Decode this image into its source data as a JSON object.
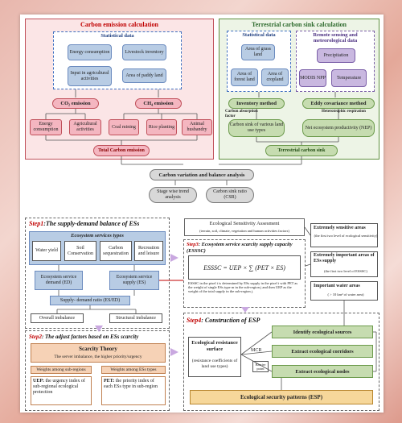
{
  "carbon_emission": {
    "title": "Carbon emission calculation",
    "stat_title": "Statistical data",
    "boxes": [
      "Energy consumption",
      "Livestock inventory",
      "Input in agricultural activities",
      "Area of paddy land"
    ],
    "co2": "CO₂ emission",
    "ch4": "CH₄ emission",
    "sub": [
      "Energy consumption",
      "Agricultural activities",
      "Coal mining",
      "Rice planting",
      "Animal husbandry"
    ],
    "total": "Total Carbon emission"
  },
  "carbon_sink": {
    "title": "Terrestrial carbon sink calculation",
    "stat_title": "Statistical data",
    "remote_title": "Remote sensing and meteorological data",
    "stat_boxes": [
      "Area of grass land",
      "Area of forest land",
      "Area of cropland"
    ],
    "remote_boxes": [
      "Precipitation",
      "MODIS NPP",
      "Temperature"
    ],
    "inventory": "Inventory method",
    "eddy": "Eddy covariance method",
    "factor": "Carbon absorption factor",
    "hetero": "Heterotrophic respiration",
    "sink_types": "Carbon sink of various land use types",
    "nep": "Net ecosystem productivity (NEP)",
    "terrestrial": "Terrestrial carbon sink"
  },
  "balance": {
    "analysis": "Carbon variation and balance analysis",
    "stage": "Stage wise trend analysis",
    "csr": "Carbon sink ratio (CSR)"
  },
  "step1": {
    "label": "Step1",
    "title": ":The supply-demand balance of ESs",
    "types_title": "Ecosystem services types",
    "types": [
      "Water yield",
      "Soil Conservation",
      "Carbon sequestration",
      "Recreation and leisure"
    ],
    "demand": "Ecosystem service demand (ED)",
    "supply": "Ecosystem service supply (ES)",
    "ratio": "Supply- demand ratio (ES/ED)",
    "overall": "Overall imbalance",
    "structural": "Structural imbalance"
  },
  "step2": {
    "label": "Step2",
    "title": ": The adjust factors based on  ESs scarcity",
    "theory": "Scarcity Theory",
    "theory_sub": "The server imbalance, the higher priority/urgency",
    "left_head": "Weights among sub-regions",
    "right_head": "Weights among ESs types",
    "uep": "UEP:",
    "uep_text": " the urgency index of sub-regional ecological protection",
    "pet": "PET:",
    "pet_text": " the priority index of each ESs type in sub-region"
  },
  "sens": {
    "title": "Ecological Sensitivity Assesment",
    "sub": "(terrain, soil, climate, vegetation and human activities factors)",
    "extreme": "Extremely sensitive areas",
    "extreme_sub": "(the first two level of ecological sensitivity)",
    "important": "Extremely important areas of ESs supply",
    "important_sub": "(the first two level of ESSSC)",
    "water": "Important water areas",
    "water_sub": "( > 10 km² of water area)"
  },
  "step3": {
    "label": "Step3",
    "title": ": Ecosystem service scarcity supply capacity (ESSSC)",
    "formula_lhs": "ESSSC",
    "formula_rhs": "= UEP × ∑ (PET × ES)",
    "desc": "ESSSC in the pixel i is determined by ESs supply in the pixel i with PET as the weight of single ESs type m in the sub-region j and then UEP as the weight of the total supply in the sub-region j."
  },
  "step4": {
    "label": "Step4",
    "title": ": Construction of ESP",
    "resist_title": "Ecological resistance surface",
    "resist_sub": "(resistance coefficients of land use types)",
    "mcr": "MCR",
    "barrier": "Barrier point",
    "sources": "Identify ecological sources",
    "corridors": "Extract ecological corridors",
    "nodes": "Extract ecological nodes",
    "esp": "Ecological security patterns (ESP)"
  }
}
